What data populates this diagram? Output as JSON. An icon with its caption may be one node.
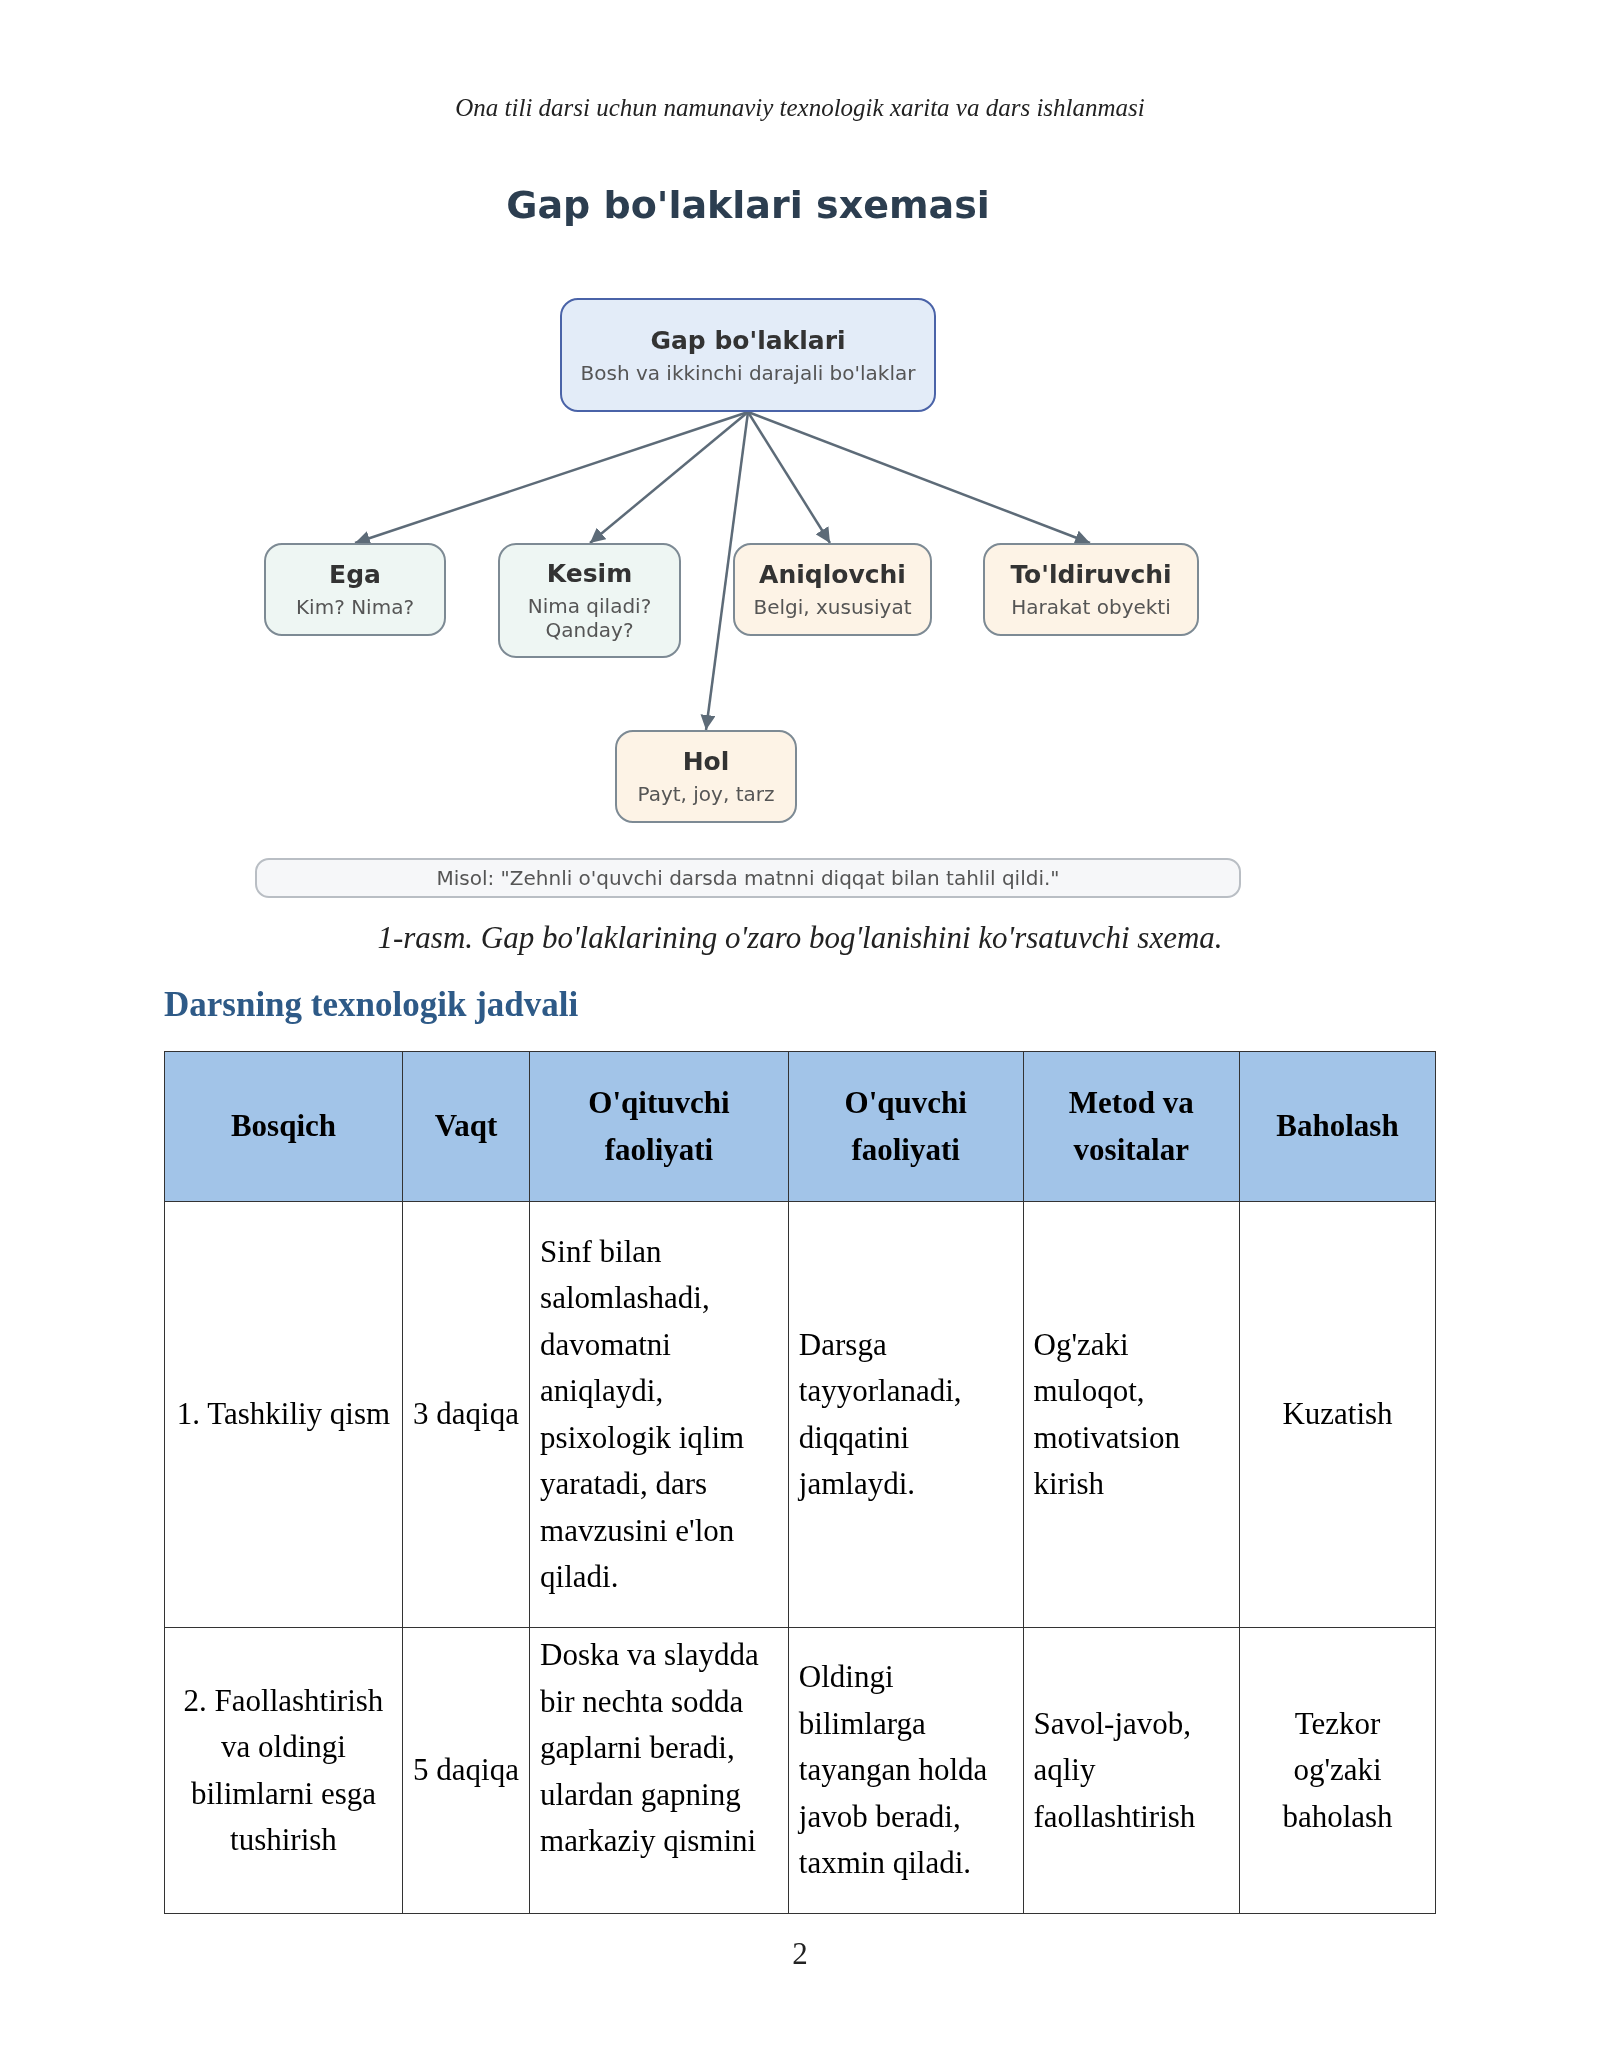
{
  "diagram": {
    "title": "Gap bo'laklari sxemasi",
    "caption": "1-rasm. Gap bo'laklarining o'zaro bog'lanishini ko'rsatuvchi sxema.",
    "nodes": [
      {
        "text": [
          "Gap bo'laklari",
          "Bosh va ikkinchi darajali bo'laklar"
        ]
      },
      {
        "text": [
          "Ega",
          "Kim? Nima?"
        ]
      },
      {
        "text": [
          "Kesim",
          "Nima qiladi? Qanday?"
        ]
      },
      {
        "text": [
          "Aniqlovchi",
          "Belgi, xususiyat"
        ]
      },
      {
        "text": [
          "To'ldiruvchi",
          "Harakat obyekti"
        ]
      },
      {
        "text": [
          "Hol",
          "Payt, joy, tarz"
        ]
      },
      {
        "text": [
          "Misol: \"Zehnli o'quvchi darsda matnni diqqat bilan tahlil qildi.\""
        ]
      }
    ],
    "edges": [
      {
        "from": 0,
        "to": 1,
        "arrow": "to"
      },
      {
        "from": 0,
        "to": 2,
        "arrow": "to"
      },
      {
        "from": 0,
        "to": 3,
        "arrow": "to"
      },
      {
        "from": 0,
        "to": 4,
        "arrow": "to"
      },
      {
        "from": 0,
        "to": 5,
        "arrow": "to"
      }
    ],
    "labels": [
      "Ona tili darsi uchun namunaviy texnologik xarita va dars ishlanmasi",
      "Darsning texnologik jadvali",
      "Bosqich",
      "Vaqt",
      "O'qituvchi faoliyati",
      "O'quvchi faoliyati",
      "Metod va vositalar",
      "Baholash",
      "1. Tashkiliy qism",
      "3 daqiqa",
      "Sinf bilan salomlashadi, davomatni aniqlaydi, psixologik iqlim yaratadi, dars mavzusini e'lon qiladi.",
      "Darsga tayyorlanadi, diqqatini jamlaydi.",
      "Og'zaki muloqot, motivatsion kirish",
      "Kuzatish",
      "2. Faollashtirish va oldingi bilimlarni esga tushirish",
      "5 daqiqa",
      "Doska va slaydda bir nechta sodda gaplarni beradi, ulardan gapning markaziy qismini",
      "Oldingi bilimlarga tayangan holda javob beradi, taxmin qiladi.",
      "Savol-javob, aqliy faollashtirish",
      "Tezkor og'zaki baholash",
      "2"
    ]
  }
}
